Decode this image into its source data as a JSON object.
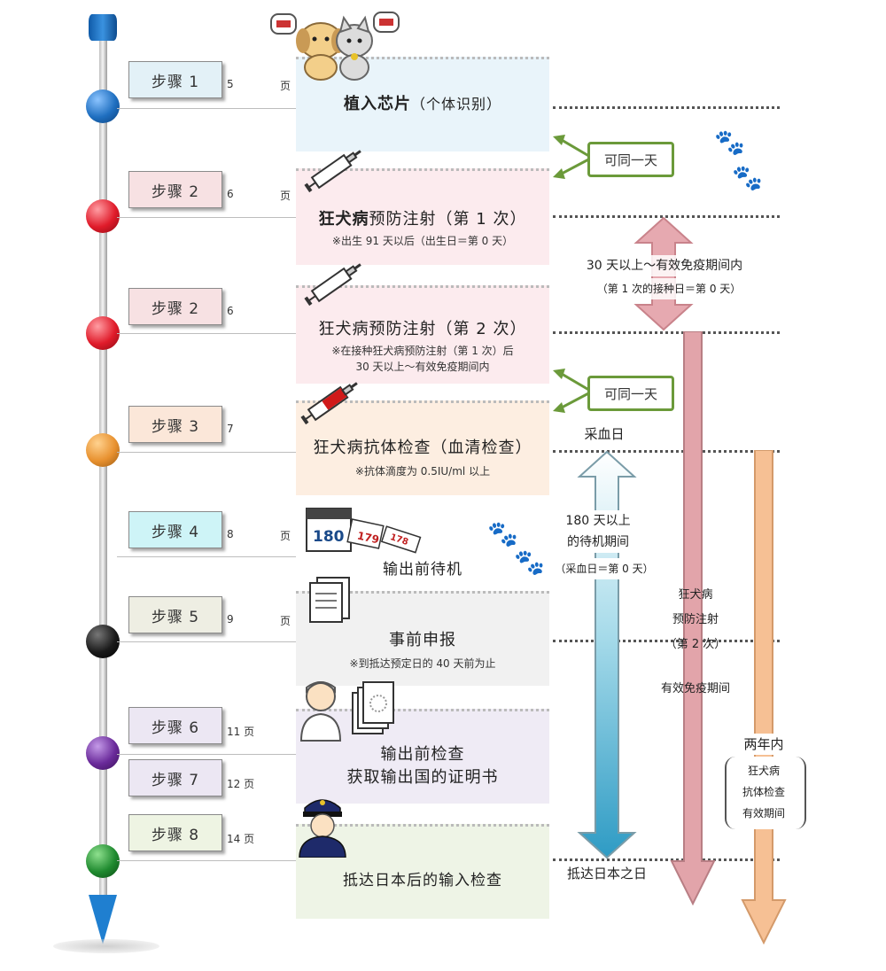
{
  "steps": [
    {
      "label": "步骤 1",
      "page_num": "5",
      "page_unit": "页"
    },
    {
      "label": "步骤 2",
      "page_num": "6",
      "page_unit": "页"
    },
    {
      "label": "步骤 2",
      "page_num": "6"
    },
    {
      "label": "步骤 3",
      "page_num": "7"
    },
    {
      "label": "步骤 4",
      "page_num": "8",
      "page_unit": "页"
    },
    {
      "label": "步骤 5",
      "page_num": "9",
      "page_unit": "页"
    },
    {
      "label": "步骤 6",
      "page_ref": "11 页"
    },
    {
      "label": "步骤 7",
      "page_ref": "12 页"
    },
    {
      "label": "步骤 8",
      "page_ref": "14 页"
    }
  ],
  "cards": {
    "chip": {
      "title_bold": "植入芯片",
      "title_rest": "（个体识别）"
    },
    "vaccine1": {
      "title_bold": "狂犬病",
      "title_rest": "预防注射（第 1 次）",
      "note": "※出生 91 天以后（出生日＝第 0 天）"
    },
    "vaccine2": {
      "title": "狂犬病预防注射（第 2 次）",
      "note_line1": "※在接种狂犬病预防注射（第 1 次）后",
      "note_line2": "30 天以上～有效免疫期间内"
    },
    "antibody": {
      "title": "狂犬病抗体检查（血清检查）",
      "note": "※抗体滴度为 0.5IU/ml 以上"
    },
    "wait": {
      "title": "输出前待机",
      "calendar_main": "180",
      "calendar_2": "179",
      "calendar_3": "178"
    },
    "notify": {
      "title": "事前申报",
      "note": "※到抵达预定日的 40 天前为止"
    },
    "export_check": {
      "title_line1": "输出前检查",
      "title_line2": "获取输出国的证明书"
    },
    "import_check": {
      "title": "抵达日本后的输入检查"
    }
  },
  "same_day_label": "可同一天",
  "right": {
    "interval_line1": "30 天以上～有效免疫期间内",
    "interval_line2": "（第 1 次的接种日＝第 0 天）",
    "blood_day": "采血日",
    "wait_line1": "180 天以上",
    "wait_line2": "的待机期间",
    "wait_line3": "（采血日＝第 0 天）",
    "arrival_day": "抵达日本之日",
    "rabies_line1": "狂犬病",
    "rabies_line2": "预防注射",
    "rabies_line3": "（第 2 次）",
    "immunity_period": "有效免疫期间",
    "two_years": "两年内",
    "validity_line1": "狂犬病",
    "validity_line2": "抗体检查",
    "validity_line3": "有效期间"
  },
  "colors": {
    "step1": "#e3f1f7",
    "step2": "#f7e1e3",
    "step3": "#fbe7d9",
    "step4": "#cef4f7",
    "step5": "#eeeee3",
    "step6": "#ece7f3",
    "step7": "#ece7f3",
    "step8": "#eef4e3",
    "ball_blue": "#1f6fc0",
    "ball_red": "#e01b2a",
    "ball_orange": "#e8912f",
    "ball_black": "#1a1a1a",
    "ball_purple": "#6a2a9a",
    "ball_green": "#1f8a2f",
    "same_day_border": "#6b9a3a",
    "arrow_blue": "#3aa0c6",
    "arrow_pink": "#e0a0a8",
    "arrow_peach": "#f4b98a"
  },
  "icons": [
    "dog-cat-illustration",
    "syringe-icon",
    "calendar-icon",
    "document-icon",
    "doctor-icon",
    "officer-icon",
    "paw-icon"
  ]
}
